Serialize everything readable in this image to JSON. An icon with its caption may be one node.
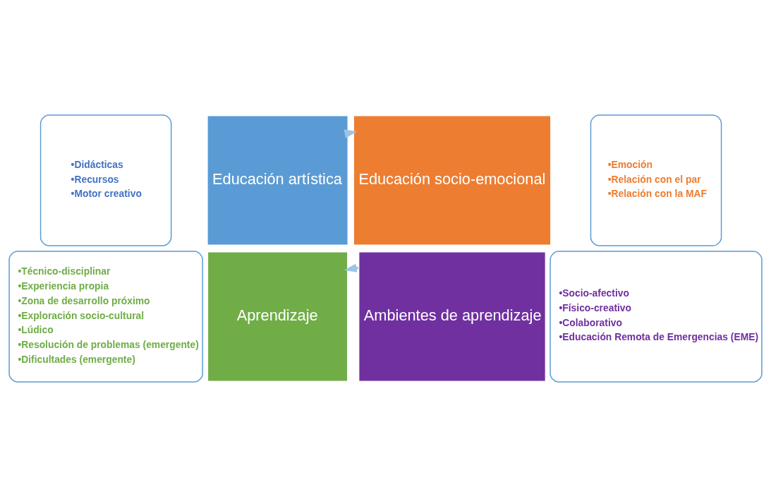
{
  "diagram": {
    "nodes": [
      {
        "text": [
          "•Didácticas",
          "•Recursos",
          "•Motor creativo"
        ]
      },
      {
        "text": [
          "•Emoción",
          "•Relación con el par",
          "•Relación con la MAF"
        ]
      },
      {
        "text": [
          "Educación artística"
        ]
      },
      {
        "text": [
          "Educación socio-emocional"
        ]
      },
      {
        "text": [
          "Aprendizaje"
        ]
      },
      {
        "text": [
          "Ambientes de aprendizaje"
        ]
      },
      {
        "text": [
          "•Técnico-disciplinar",
          "•Experiencia propia",
          "•Zona de desarrollo próximo",
          "•Exploración socio-cultural",
          "•Lúdico",
          "•Resolución de problemas (emergente)",
          "•Dificultades (emergente)"
        ]
      },
      {
        "text": [
          "•Socio-afectivo",
          "•Físico-creativo",
          "•Colaborativo",
          "•Educación Remota de Emergencias (EME)"
        ]
      }
    ],
    "edges": [
      {
        "from": 2,
        "to": 3,
        "arrow": "to"
      },
      {
        "from": 5,
        "to": 4,
        "arrow": "to"
      }
    ]
  }
}
